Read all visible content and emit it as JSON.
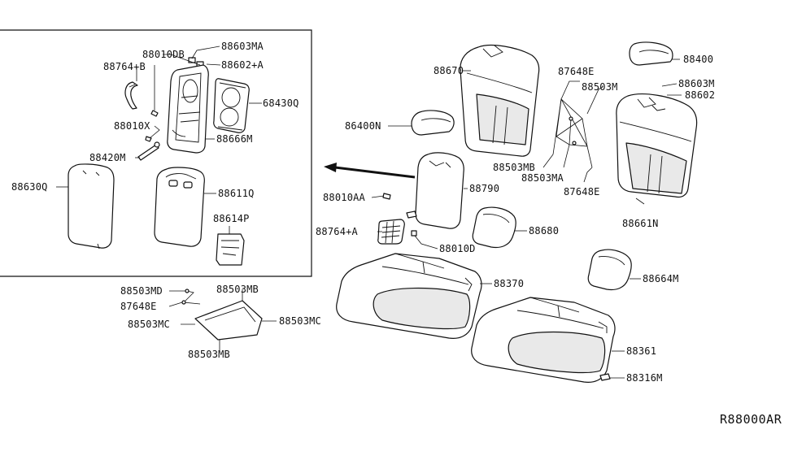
{
  "diagram_code": "R88000AR",
  "callouts": {
    "p88603MA": "88603MA",
    "p88010DB": "88010DB",
    "p88764B": "88764+B",
    "p88602A": "88602+A",
    "p68430Q": "68430Q",
    "p88010X": "88010X",
    "p88666M": "88666M",
    "p88420M": "88420M",
    "p88630Q": "88630Q",
    "p88611Q": "88611Q",
    "p88614P": "88614P",
    "p88670": "88670",
    "p87648E_top": "87648E",
    "p88503M": "88503M",
    "p88400": "88400",
    "p88603M": "88603M",
    "p88602": "88602",
    "p86400N": "86400N",
    "p88503MB_mid": "88503MB",
    "p88503MA_mid": "88503MA",
    "p87648E_mid": "87648E",
    "p88790": "88790",
    "p88010AA": "88010AA",
    "p88764A": "88764+A",
    "p88010D": "88010D",
    "p88680": "88680",
    "p88661N": "88661N",
    "p88664M": "88664M",
    "p88370": "88370",
    "p88503MD": "88503MD",
    "p88503MB_top": "88503MB",
    "p87648E_low": "87648E",
    "p88503MC_left": "88503MC",
    "p88503MC_right": "88503MC",
    "p88503MB_bottom": "88503MB",
    "p88361": "88361",
    "p88316M": "88316M"
  }
}
